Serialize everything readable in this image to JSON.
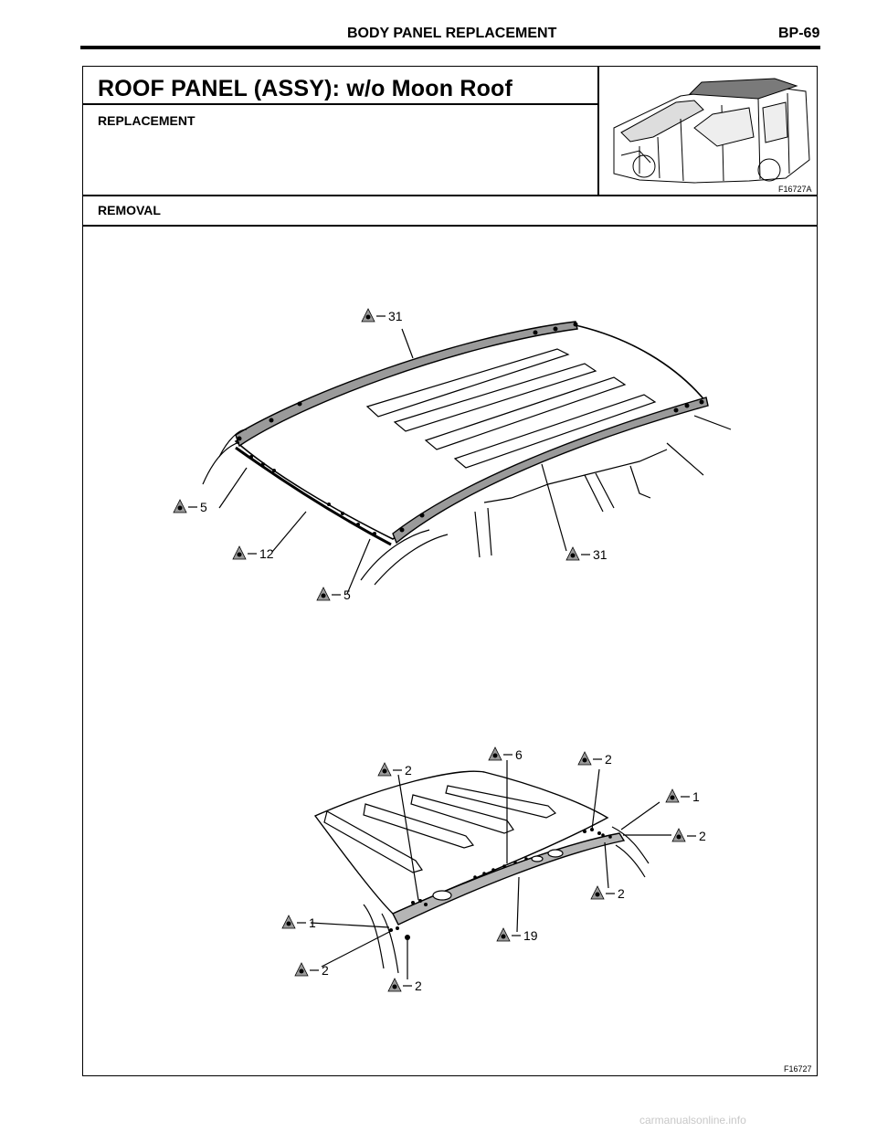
{
  "header": {
    "title": "BODY PANEL REPLACEMENT",
    "page": "BP-69"
  },
  "section": {
    "title": "ROOF PANEL (ASSY): w/o Moon Roof",
    "subtitle": "REPLACEMENT",
    "removal": "REMOVAL"
  },
  "figures": {
    "thumb_code": "F16727A",
    "main_code": "F16727"
  },
  "callouts_top": [
    {
      "value": "31"
    },
    {
      "value": "5"
    },
    {
      "value": "12"
    },
    {
      "value": "5"
    },
    {
      "value": "31"
    }
  ],
  "callouts_bottom": [
    {
      "value": "2"
    },
    {
      "value": "6"
    },
    {
      "value": "2"
    },
    {
      "value": "1"
    },
    {
      "value": "2"
    },
    {
      "value": "2"
    },
    {
      "value": "1"
    },
    {
      "value": "19"
    },
    {
      "value": "2"
    },
    {
      "value": "2"
    }
  ],
  "icon": "spot-weld-symbol-icon",
  "watermark": "carmanualsonline.info"
}
